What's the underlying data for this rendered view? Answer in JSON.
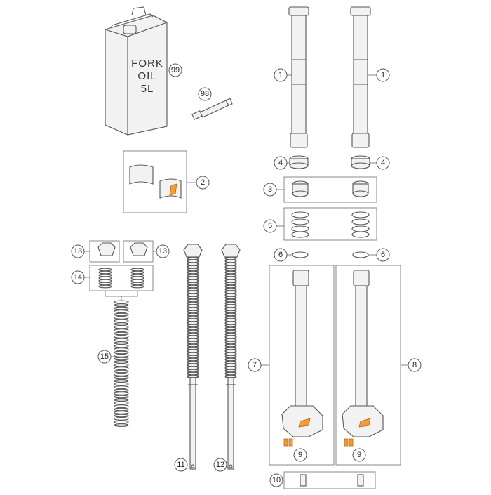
{
  "diagram": {
    "can_label": [
      "FORK",
      "OIL",
      "5L"
    ],
    "callouts": {
      "c1a": "1",
      "c1b": "1",
      "c2": "2",
      "c3": "3",
      "c4a": "4",
      "c4b": "4",
      "c5": "5",
      "c6a": "6",
      "c6b": "6",
      "c7": "7",
      "c8": "8",
      "c9a": "9",
      "c9b": "9",
      "c10": "10",
      "c11": "11",
      "c12": "12",
      "c13a": "13",
      "c13b": "13",
      "c14": "14",
      "c15": "15",
      "c98": "98",
      "c99": "99"
    },
    "colors": {
      "line": "#555555",
      "accent": "#f29b38"
    }
  }
}
